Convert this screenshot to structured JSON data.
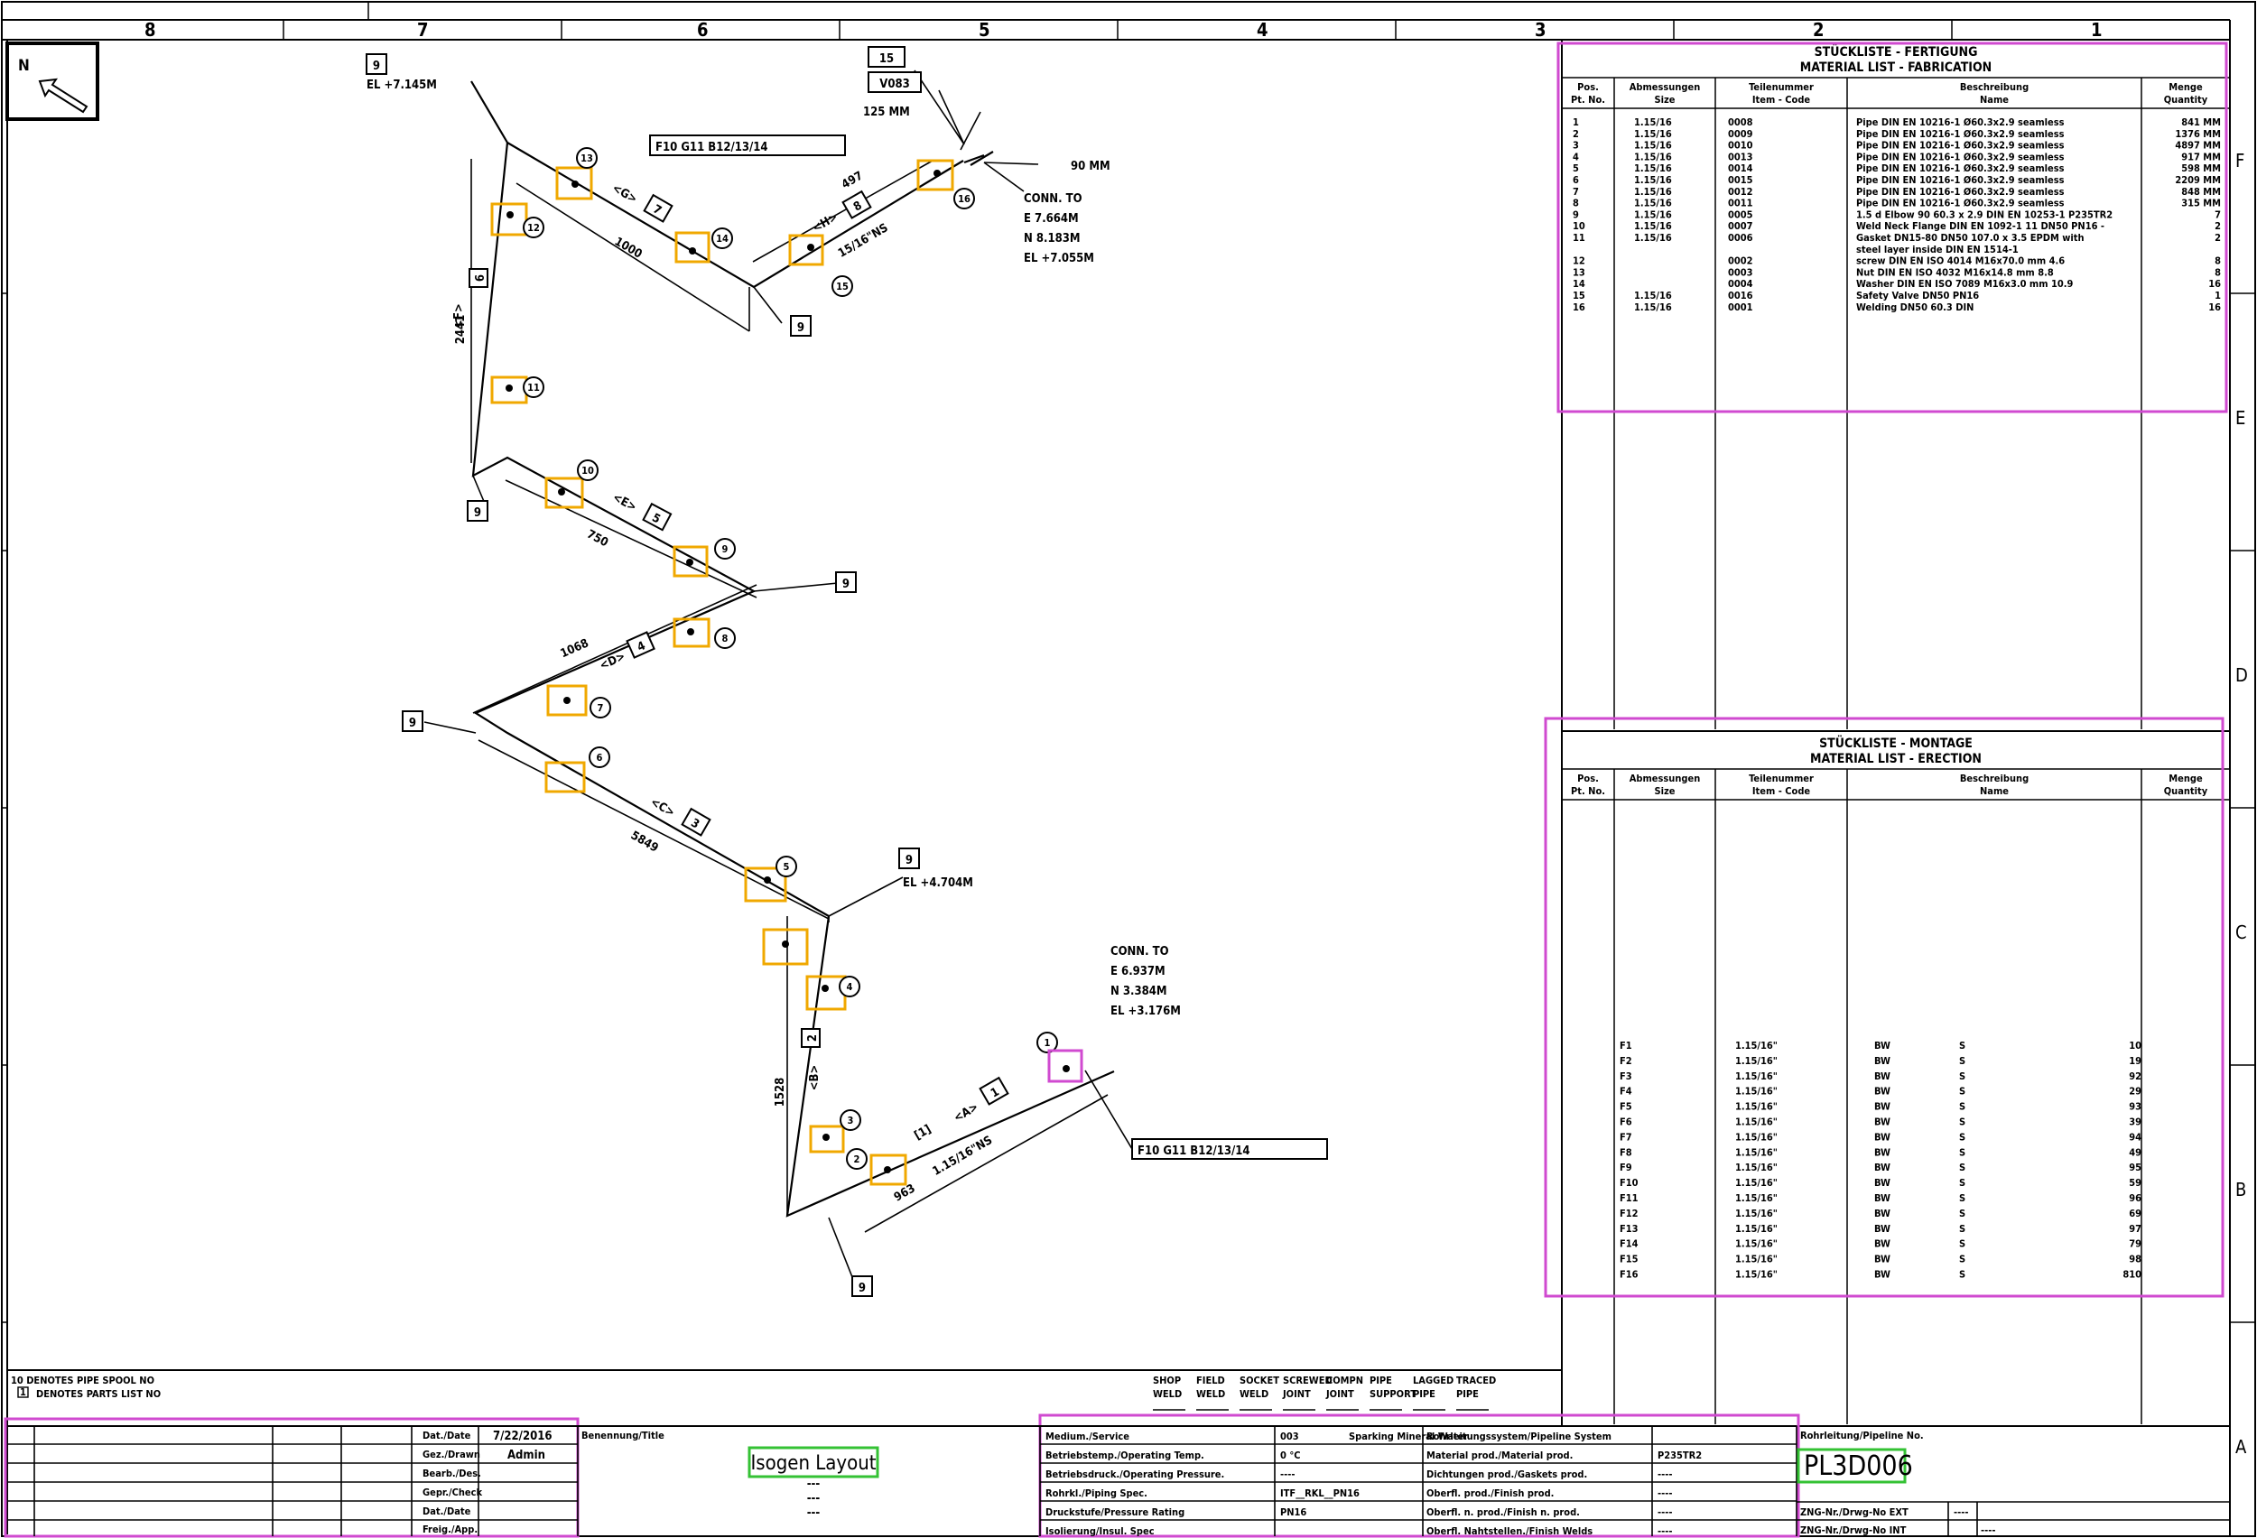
{
  "column_numbers": [
    "8",
    "7",
    "6",
    "5",
    "4",
    "3",
    "2",
    "1"
  ],
  "row_letters": [
    "F",
    "E",
    "D",
    "C",
    "B",
    "A"
  ],
  "north": "N",
  "callouts": {
    "el_top": "EL +7.145M",
    "el_mid": "EL +4.704M",
    "f10_top": "F10 G11 B12/13/14",
    "f10_bottom": "F10 G11 B12/13/14",
    "valve_15": "15",
    "valve_tag": "V083",
    "dim_125": "125 MM",
    "dim_90": "90 MM",
    "conn_top": [
      "CONN. TO",
      "E 7.664M",
      "N 8.183M",
      "EL +7.055M"
    ],
    "conn_bottom": [
      "CONN. TO",
      "E 6.937M",
      "N 3.384M",
      "EL +3.176M"
    ],
    "nine": "9"
  },
  "segments": {
    "F": "<F>",
    "F_num": "6",
    "F_len": "2441",
    "G": "<G>",
    "G_num": "7",
    "G_len": "1000",
    "H": "<H>",
    "H_num": "8",
    "H_len": "497",
    "H_ns": "15/16\"NS",
    "E": "<E>",
    "E_num": "5",
    "E_len": "750",
    "D": "<D>",
    "D_num": "4",
    "D_len": "1068",
    "C": "<C>",
    "C_num": "3",
    "C_len": "5849",
    "B": "<B>",
    "B_num": "2",
    "B_len": "1528",
    "A": "<A>",
    "A_num": "1",
    "A_len": "963",
    "A_ns": "1.15/16\"NS",
    "A_tag": "[1]"
  },
  "welds": [
    "1",
    "2",
    "3",
    "4",
    "5",
    "6",
    "7",
    "8",
    "9",
    "10",
    "11",
    "12",
    "13",
    "14",
    "15",
    "16"
  ],
  "fabrication": {
    "title1": "STÜCKLISTE - FERTIGUNG",
    "title2": "MATERIAL LIST - FABRICATION",
    "headers": [
      [
        "Pos.",
        "Pt. No."
      ],
      [
        "Abmessungen",
        "Size"
      ],
      [
        "Teilenummer",
        "Item - Code"
      ],
      [
        "Beschreibung",
        "Name"
      ],
      [
        "Menge",
        "Quantity"
      ]
    ],
    "rows": [
      [
        "1",
        "1.15/16",
        "0008",
        "Pipe DIN EN 10216-1 Ø60.3x2.9 seamless",
        "841 MM"
      ],
      [
        "2",
        "1.15/16",
        "0009",
        "Pipe DIN EN 10216-1 Ø60.3x2.9 seamless",
        "1376 MM"
      ],
      [
        "3",
        "1.15/16",
        "0010",
        "Pipe DIN EN 10216-1 Ø60.3x2.9 seamless",
        "4897 MM"
      ],
      [
        "4",
        "1.15/16",
        "0013",
        "Pipe DIN EN 10216-1 Ø60.3x2.9 seamless",
        "917 MM"
      ],
      [
        "5",
        "1.15/16",
        "0014",
        "Pipe DIN EN 10216-1 Ø60.3x2.9 seamless",
        "598 MM"
      ],
      [
        "6",
        "1.15/16",
        "0015",
        "Pipe DIN EN 10216-1 Ø60.3x2.9 seamless",
        "2209 MM"
      ],
      [
        "7",
        "1.15/16",
        "0012",
        "Pipe DIN EN 10216-1 Ø60.3x2.9 seamless",
        "848 MM"
      ],
      [
        "8",
        "1.15/16",
        "0011",
        "Pipe DIN EN 10216-1 Ø60.3x2.9 seamless",
        "315 MM"
      ],
      [
        "9",
        "1.15/16",
        "0005",
        "1.5 d Elbow  90  60.3 x 2.9 DIN EN 10253-1 P235TR2",
        "7"
      ],
      [
        "10",
        "1.15/16",
        "0007",
        "Weld Neck Flange  DIN EN 1092-1 11  DN50 PN16 -",
        "2"
      ],
      [
        "11",
        "1.15/16",
        "0006",
        "Gasket DN15-80  DN50   107.0 x 3.5  EPDM with",
        "2"
      ],
      [
        "",
        "",
        "",
        "steel layer inside  DIN EN 1514-1",
        ""
      ],
      [
        "12",
        "",
        "0002",
        "screw DIN EN ISO 4014 M16x70.0 mm 4.6",
        "8"
      ],
      [
        "13",
        "",
        "0003",
        "Nut DIN EN ISO 4032 M16x14.8 mm 8.8",
        "8"
      ],
      [
        "14",
        "",
        "0004",
        "Washer DIN EN ISO 7089 M16x3.0 mm 10.9",
        "16"
      ],
      [
        "15",
        "1.15/16",
        "0016",
        "Safety Valve DN50 PN16",
        "1"
      ],
      [
        "16",
        "1.15/16",
        "0001",
        "Welding  DN50  60.3  DIN",
        "16"
      ]
    ]
  },
  "erection": {
    "title1": "STÜCKLISTE - MONTAGE",
    "title2": "MATERIAL LIST - ERECTION",
    "headers": [
      [
        "Pos.",
        "Pt. No."
      ],
      [
        "Abmessungen",
        "Size"
      ],
      [
        "Teilenummer",
        "Item - Code"
      ],
      [
        "Beschreibung",
        "Name"
      ],
      [
        "Menge",
        "Quantity"
      ]
    ],
    "welds": [
      [
        "F1",
        "1.15/16\"",
        "BW",
        "S",
        "10"
      ],
      [
        "F2",
        "1.15/16\"",
        "BW",
        "S",
        "19"
      ],
      [
        "F3",
        "1.15/16\"",
        "BW",
        "S",
        "92"
      ],
      [
        "F4",
        "1.15/16\"",
        "BW",
        "S",
        "29"
      ],
      [
        "F5",
        "1.15/16\"",
        "BW",
        "S",
        "93"
      ],
      [
        "F6",
        "1.15/16\"",
        "BW",
        "S",
        "39"
      ],
      [
        "F7",
        "1.15/16\"",
        "BW",
        "S",
        "94"
      ],
      [
        "F8",
        "1.15/16\"",
        "BW",
        "S",
        "49"
      ],
      [
        "F9",
        "1.15/16\"",
        "BW",
        "S",
        "95"
      ],
      [
        "F10",
        "1.15/16\"",
        "BW",
        "S",
        "59"
      ],
      [
        "F11",
        "1.15/16\"",
        "BW",
        "S",
        "96"
      ],
      [
        "F12",
        "1.15/16\"",
        "BW",
        "S",
        "69"
      ],
      [
        "F13",
        "1.15/16\"",
        "BW",
        "S",
        "97"
      ],
      [
        "F14",
        "1.15/16\"",
        "BW",
        "S",
        "79"
      ],
      [
        "F15",
        "1.15/16\"",
        "BW",
        "S",
        "98"
      ],
      [
        "F16",
        "1.15/16\"",
        "BW",
        "S",
        "810"
      ]
    ]
  },
  "legend": {
    "line1": "10 DENOTES PIPE SPOOL NO",
    "line2": "DENOTES PARTS LIST NO",
    "line2_box": "1",
    "symbols": [
      [
        "SHOP",
        "WELD"
      ],
      [
        "FIELD",
        "WELD"
      ],
      [
        "SOCKET",
        "WELD"
      ],
      [
        "SCREWED",
        "JOINT"
      ],
      [
        "COMPN",
        "JOINT"
      ],
      [
        "PIPE",
        "SUPPORT"
      ],
      [
        "LAGGED",
        "PIPE"
      ],
      [
        "TRACED",
        "PIPE"
      ]
    ]
  },
  "title_block": {
    "rev_labels": [
      "Dat./Date",
      "Gez./Drawn",
      "Bearb./Des.",
      "Gepr./Check",
      "Dat./Date",
      "Freig./App."
    ],
    "date": "7/22/2016",
    "drawn": "Admin",
    "title_label": "Benennung/Title",
    "drawing_title": "Isogen Layout",
    "dashes": [
      "---",
      "---",
      "---"
    ],
    "props": [
      [
        "Medium./Service",
        "003",
        "Sparking Mineral Water"
      ],
      [
        "Betriebstemp./Operating Temp.",
        "0 °C",
        ""
      ],
      [
        "Betriebsdruck./Operating Pressure.",
        "----",
        ""
      ],
      [
        "Rohrkl./Piping Spec.",
        "ITF__RKL__PN16",
        ""
      ],
      [
        "Druckstufe/Pressure Rating",
        "PN16",
        ""
      ],
      [
        "Isolierung/Insul. Spec",
        "",
        ""
      ]
    ],
    "props2": [
      [
        "Rohrleitungssystem/Pipeline System",
        ""
      ],
      [
        "Material prod./Material prod.",
        "P235TR2"
      ],
      [
        "Dichtungen prod./Gaskets prod.",
        "----"
      ],
      [
        "Oberfl. prod./Finish prod.",
        "----"
      ],
      [
        "Oberfl. n. prod./Finish n. prod.",
        "----"
      ],
      [
        "Oberfl. Nahtstellen./Finish Welds",
        "----"
      ]
    ],
    "pipeline_label": "Rohrleitung/Pipeline No.",
    "pipeline_no": "PL3D006",
    "drwg_ext_label": "ZNG-Nr./Drwg-No EXT",
    "drwg_ext": "----",
    "drwg_int_label": "ZNG-Nr./Drwg-No INT",
    "drwg_int": "----"
  },
  "colors": {
    "line": "#000000",
    "highlight_magenta": "#d04ad0",
    "highlight_orange": "#f0a800",
    "highlight_green": "#34c234"
  }
}
